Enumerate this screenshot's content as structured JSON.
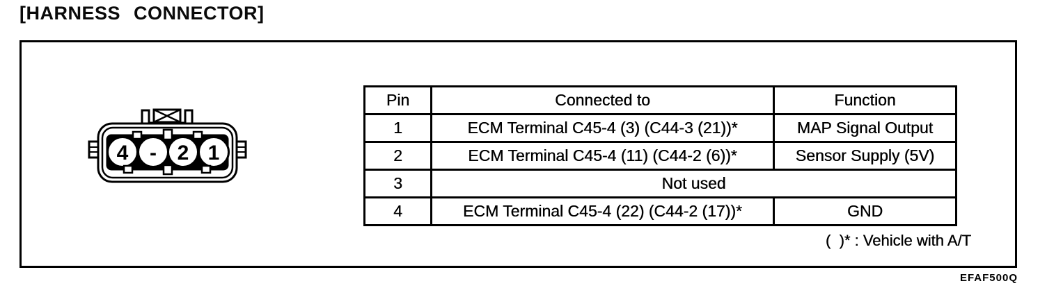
{
  "page": {
    "title": "[HARNESS CONNECTOR]",
    "figure_code": "EFAF500Q",
    "footnote": "(  )* : Vehicle with A/T"
  },
  "connector": {
    "description": "4-pin harness connector front view",
    "pins": [
      "4",
      "-",
      "2",
      "1"
    ]
  },
  "table": {
    "headers": [
      "Pin",
      "Connected to",
      "Function"
    ],
    "rows": [
      {
        "pin": "1",
        "connected_to": "ECM Terminal C45-4 (3) (C44-3 (21))*",
        "function": "MAP Signal Output"
      },
      {
        "pin": "2",
        "connected_to": "ECM Terminal C45-4 (11) (C44-2 (6))*",
        "function": "Sensor Supply (5V)"
      },
      {
        "pin": "3",
        "merged": "Not used"
      },
      {
        "pin": "4",
        "connected_to": "ECM Terminal C45-4 (22) (C44-2 (17))*",
        "function": "GND"
      }
    ]
  },
  "colors": {
    "ink": "#000000",
    "paper": "#ffffff"
  }
}
